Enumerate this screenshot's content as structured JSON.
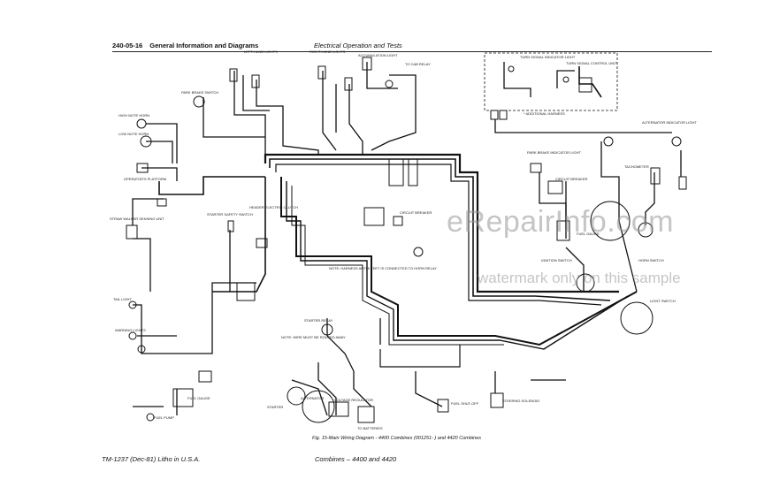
{
  "header": {
    "section": "240-05-16",
    "title": "General Information and Diagrams",
    "center": "Electrical Operation and Tests"
  },
  "footer": {
    "left": "TM-1237 (Dec-81) Litho in U.S.A.",
    "center": "Combines – 4400 and 4420"
  },
  "figure_caption": "Fig. 15-Main Wiring Diagram - 4400 Combines (001251-        ) and 4420 Combines",
  "watermark": {
    "big": "eRepairInfo.com",
    "small": "watermark only on this sample"
  },
  "labels": {
    "left_hand_lights": "LEFT-HAND LIGHTS",
    "right_hand_lights": "RIGHT-HAND LIGHTS",
    "accumulation_light": "ACCUMULATION LIGHT",
    "to_cab_relay": "TO CAB RELAY",
    "turn_signal_indicator": "TURN SIGNAL INDICATOR LIGHT",
    "turn_signal_control": "TURN SIGNAL CONTROL UNIT",
    "additional_harness": "* ADDITIONAL HARNESS",
    "park_brake_switch": "PARK BRAKE SWITCH",
    "high_note_horn": "HIGH NOTE HORN",
    "low_note_horn": "LOW NOTE HORN",
    "operator_platform": "OPERATOR'S PLATFORM",
    "straw_walker": "STRAW WALKER SENSING UNIT",
    "tail_light": "TAIL LIGHT",
    "warning_lights": "WARNING LIGHTS",
    "fuel_gauge": "FUEL GAUGE",
    "fuel_pump": "FUEL PUMP",
    "starter_safety": "STARTER SAFETY SWITCH",
    "header_electric": "HEADER ELECTRIC CLUTCH",
    "circuit_breaker": "CIRCUIT BREAKER",
    "starter": "STARTER",
    "starter_relay": "STARTER RELAY",
    "alternator": "ALTERNATOR",
    "voltage_regulator": "VOLTAGE REGULATOR",
    "to_batteries": "TO BATTERIES",
    "fuel_shutoff": "FUEL SHUT-OFF",
    "steering_solenoid": "STEERING SOLENOID",
    "alternator_indicator": "ALTERNATOR INDICATOR LIGHT",
    "tachometer": "TACHOMETER",
    "horn_switch": "HORN SWITCH",
    "light_switch": "LIGHT SWITCH",
    "ignition_switch": "IGNITION SWITCH",
    "fuel_gauge_dash": "FUEL GAUGE",
    "park_brake_indicator": "PARK BRAKE INDICATOR LIGHT",
    "circuit_breaker2": "CIRCUIT BREAKER",
    "dimmer_note": "NOTE: HARNESS ANTI 5 FEET IS CONNECTED TO HORN RELAY",
    "plug_note": "NOTE: WIRE MUST BE ROUTED AWAY"
  }
}
